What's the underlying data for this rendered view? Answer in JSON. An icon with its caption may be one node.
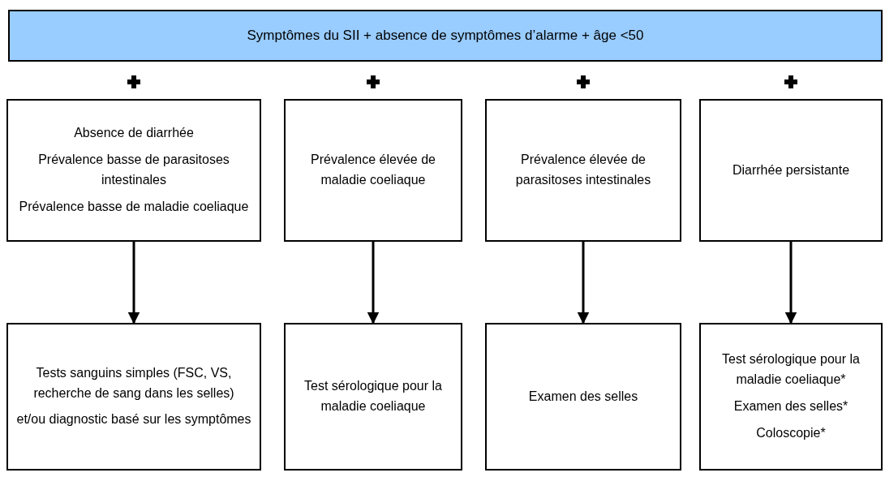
{
  "diagram": {
    "nodes": [
      {
        "text": [
          "Symptômes du SII + absence de symptômes d’alarme + âge <50"
        ]
      },
      {
        "text": [
          "Absence de diarrhée",
          "Prévalence basse de parasitoses intestinales",
          "Prévalence basse de maladie coeliaque"
        ]
      },
      {
        "text": [
          "Prévalence élevée de maladie coeliaque"
        ]
      },
      {
        "text": [
          "Prévalence élevée de parasitoses intestinales"
        ]
      },
      {
        "text": [
          "Diarrhée persistante"
        ]
      },
      {
        "text": [
          "Tests sanguins simples (FSC, VS, recherche de sang dans les selles)",
          "et/ou diagnostic basé sur les symptômes"
        ]
      },
      {
        "text": [
          "Test sérologique pour la maladie coeliaque"
        ]
      },
      {
        "text": [
          "Examen des selles"
        ]
      },
      {
        "text": [
          "Test sérologique pour la maladie coeliaque*",
          "Examen des selles*",
          "Coloscopie*"
        ]
      }
    ],
    "edges": [
      {
        "from": 1,
        "to": 5,
        "arrow": "to"
      },
      {
        "from": 2,
        "to": 6,
        "arrow": "to"
      },
      {
        "from": 3,
        "to": 7,
        "arrow": "to"
      },
      {
        "from": 4,
        "to": 8,
        "arrow": "to"
      }
    ]
  }
}
